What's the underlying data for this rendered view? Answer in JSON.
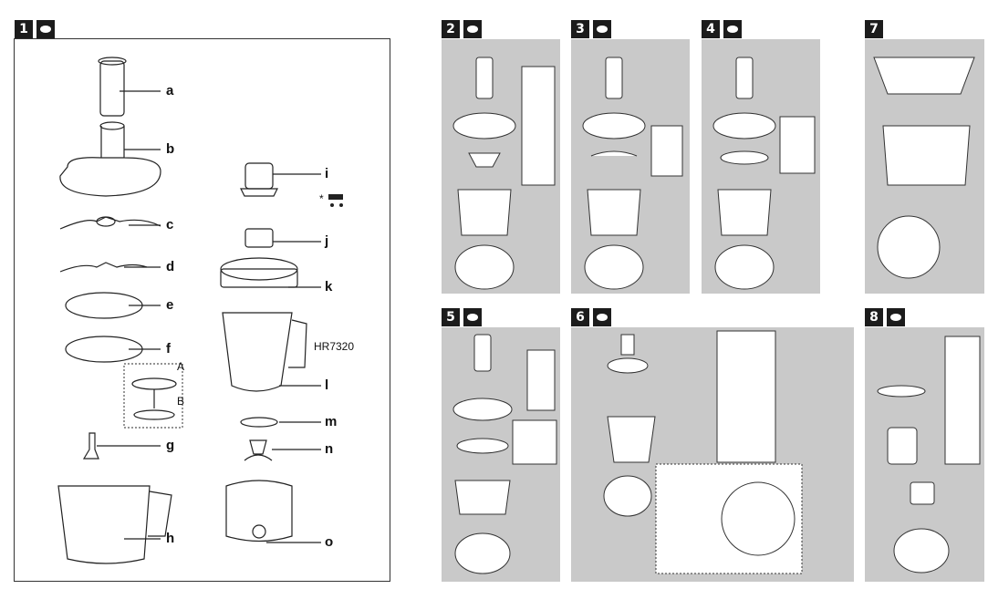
{
  "steps": [
    "1",
    "2",
    "3",
    "4",
    "5",
    "6",
    "7",
    "8"
  ],
  "parts": {
    "a": "a",
    "b": "b",
    "c": "c",
    "d": "d",
    "e": "e",
    "f": "f",
    "g": "g",
    "h": "h",
    "i": "i",
    "j": "j",
    "k": "k",
    "l": "l",
    "m": "m",
    "n": "n",
    "o": "o",
    "A": "A",
    "B": "B"
  },
  "model": "HR7320",
  "accessory_star": "*",
  "colors": {
    "panel": "#c9c9c9",
    "badge": "#1c1c1c",
    "line": "#222222"
  }
}
